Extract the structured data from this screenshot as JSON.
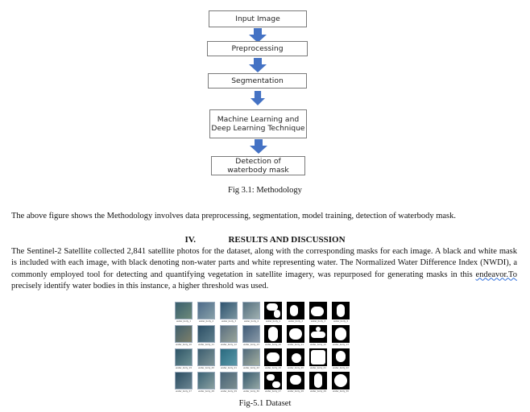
{
  "flowchart": {
    "steps": [
      {
        "label": "Input Image"
      },
      {
        "label": "Preprocessing"
      },
      {
        "label": "Segmentation"
      },
      {
        "label": "Machine Learning and Deep Learning Technique"
      },
      {
        "label": "Detection of waterbody mask"
      }
    ],
    "arrow_color": "#4472c4"
  },
  "figure1": {
    "caption": "Fig 3.1: Methodology"
  },
  "intro": {
    "text": "The above figure shows the Methodology involves data preprocessing, segmentation, model training, detection of waterbody mask."
  },
  "section": {
    "number": "IV.",
    "title": "RESULTS AND DISCUSSION"
  },
  "body": {
    "part1": "The Sentinel-2 Satellite collected 2,841 satellite photos for the dataset, along with the corresponding masks for each image. A black and white mask is included with each image, with black denoting non-water parts and white representing water. The Normalized Water Difference Index (NWDI), a commonly employed tool for detecting and quantifying vegetation in satellite imagery, was repurposed for generating masks in this ",
    "squiggle": "endeavor.To",
    "part2": " precisely identify water bodies in this instance, a higher threshold was used."
  },
  "dataset_figure": {
    "caption": "Fig-5.1 Dataset",
    "images": [
      {
        "label": "water_body_1"
      },
      {
        "label": "water_body_2"
      },
      {
        "label": "water_body_3"
      },
      {
        "label": "water_body_4"
      },
      {
        "label": "water_body_10"
      },
      {
        "label": "water_body_11"
      },
      {
        "label": "water_body_12"
      },
      {
        "label": "water_body_13"
      },
      {
        "label": "water_body_19"
      },
      {
        "label": "water_body_20"
      },
      {
        "label": "water_body_21"
      },
      {
        "label": "water_body_22"
      },
      {
        "label": "water_body_27"
      },
      {
        "label": "water_body_28"
      },
      {
        "label": "water_body_29"
      },
      {
        "label": "water_body_30"
      }
    ],
    "masks": [
      {
        "label": "water_body_1"
      },
      {
        "label": "water_body_2"
      },
      {
        "label": "water_body_3"
      },
      {
        "label": "water_body_4"
      },
      {
        "label": "water_body_10"
      },
      {
        "label": "water_body_11"
      },
      {
        "label": "water_body_12"
      },
      {
        "label": "water_body_13"
      },
      {
        "label": "water_body_19"
      },
      {
        "label": "water_body_20"
      },
      {
        "label": "water_body_21"
      },
      {
        "label": "water_body_22"
      },
      {
        "label": "water_body_27"
      },
      {
        "label": "water_body_28"
      },
      {
        "label": "water_body_29"
      },
      {
        "label": "water_body_30"
      }
    ]
  }
}
